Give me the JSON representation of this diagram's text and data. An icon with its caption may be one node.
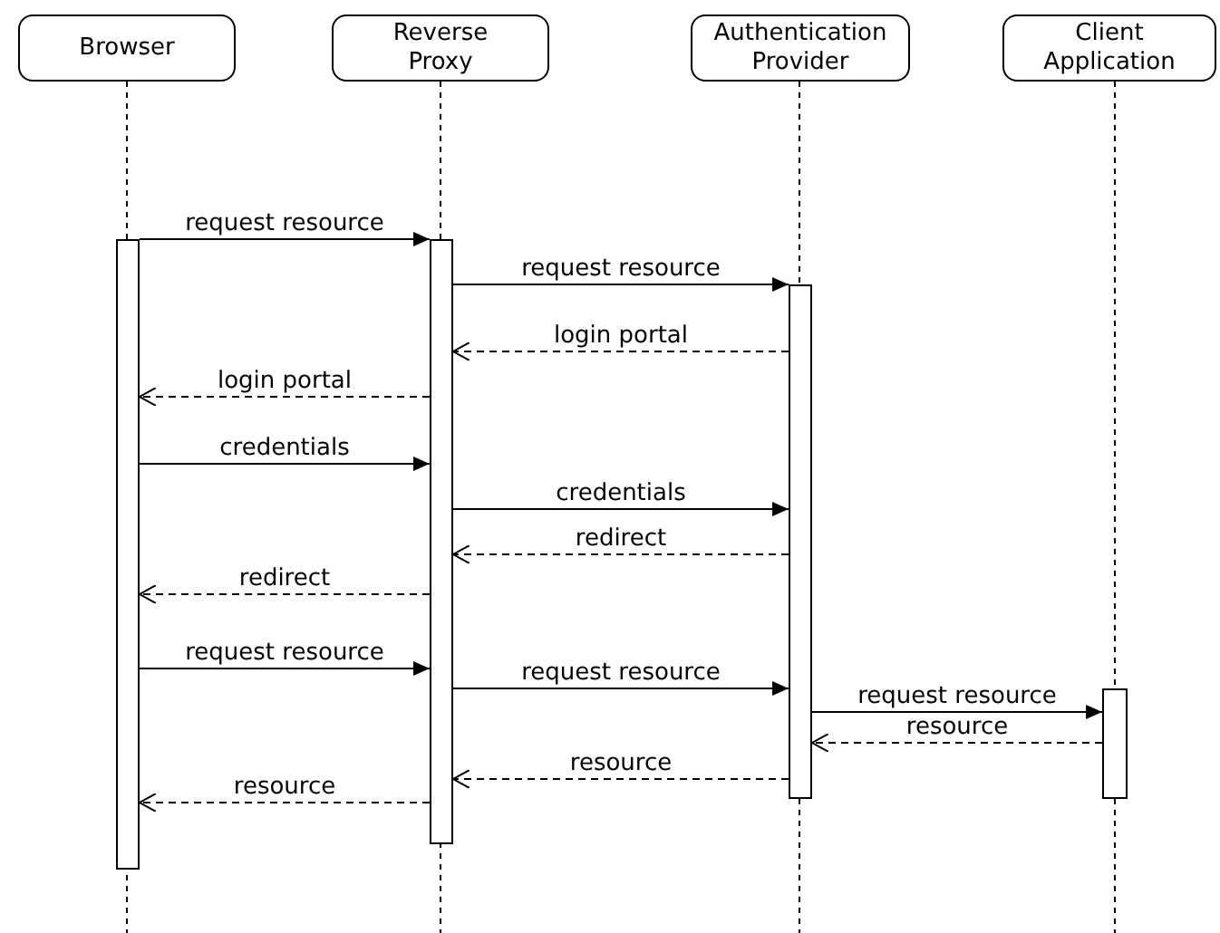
{
  "diagram": {
    "nodes": [
      {
        "text": [
          "Browser"
        ]
      },
      {
        "text": [
          "Reverse Proxy"
        ]
      },
      {
        "text": [
          "Authentication Provider"
        ]
      },
      {
        "text": [
          "Client Application"
        ]
      },
      {
        "text": [],
        "shape": "bar"
      },
      {
        "text": [],
        "shape": "bar"
      },
      {
        "text": [],
        "shape": "bar"
      },
      {
        "text": [],
        "shape": "bar"
      }
    ],
    "edges": [
      {
        "from": 4,
        "to": 5,
        "arrow": "to",
        "label": "request resource"
      },
      {
        "from": 5,
        "to": 6,
        "arrow": "to",
        "label": "request resource"
      },
      {
        "from": 6,
        "to": 5,
        "arrow": "to",
        "label": "login portal",
        "style": "dashed"
      },
      {
        "from": 5,
        "to": 4,
        "arrow": "to",
        "label": "login portal",
        "style": "dashed"
      },
      {
        "from": 4,
        "to": 5,
        "arrow": "to",
        "label": "credentials"
      },
      {
        "from": 5,
        "to": 6,
        "arrow": "to",
        "label": "credentials"
      },
      {
        "from": 6,
        "to": 5,
        "arrow": "to",
        "label": "redirect",
        "style": "dashed"
      },
      {
        "from": 5,
        "to": 4,
        "arrow": "to",
        "label": "redirect",
        "style": "dashed"
      },
      {
        "from": 4,
        "to": 5,
        "arrow": "to",
        "label": "request resource"
      },
      {
        "from": 5,
        "to": 6,
        "arrow": "to",
        "label": "request resource"
      },
      {
        "from": 6,
        "to": 7,
        "arrow": "to",
        "label": "request resource"
      },
      {
        "from": 7,
        "to": 6,
        "arrow": "to",
        "label": "resource",
        "style": "dashed"
      },
      {
        "from": 6,
        "to": 5,
        "arrow": "to",
        "label": "resource",
        "style": "dashed"
      },
      {
        "from": 5,
        "to": 4,
        "arrow": "to",
        "label": "resource",
        "style": "dashed"
      }
    ]
  }
}
